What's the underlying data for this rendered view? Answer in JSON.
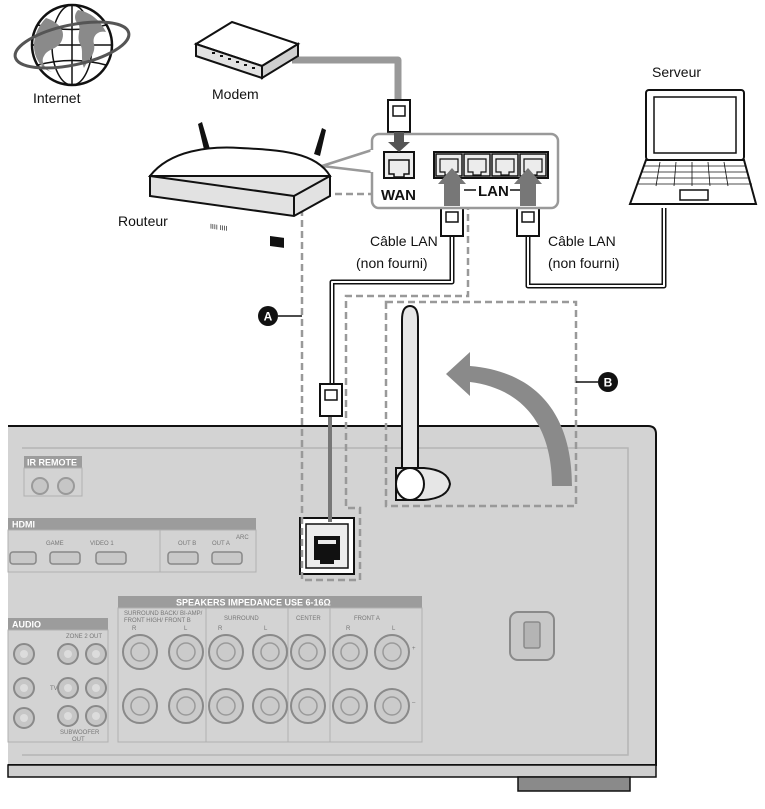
{
  "labels": {
    "internet": "Internet",
    "modem": "Modem",
    "router": "Routeur",
    "server": "Serveur",
    "wan": "WAN",
    "lan": "LAN",
    "cable1_line1": "Câble LAN",
    "cable1_line2": "(non fourni)",
    "cable2_line1": "Câble LAN",
    "cable2_line2": "(non fourni)",
    "badge_a": "A",
    "badge_b": "B"
  },
  "panel": {
    "ir_remote": "IR REMOTE",
    "hdmi": "HDMI",
    "hdmi_game": "GAME",
    "hdmi_video1": "VIDEO 1",
    "hdmi_out_b": "OUT B",
    "hdmi_out_a": "OUT A",
    "hdmi_arc": "ARC",
    "audio": "AUDIO",
    "speakers": "SPEAKERS   IMPEDANCE USE 6-16Ω",
    "surround_back": "SURROUND BACK/ BI-AMP/",
    "front_high": "FRONT HIGH/ FRONT B",
    "surround": "SURROUND",
    "center": "CENTER",
    "front_a": "FRONT A",
    "zone2_out": "ZONE 2 OUT",
    "subwoofer_1": "SUBWOOFER",
    "subwoofer_2": "OUT",
    "r": "R",
    "l": "L",
    "tv": "TV",
    "plus": "+",
    "minus": "–"
  }
}
